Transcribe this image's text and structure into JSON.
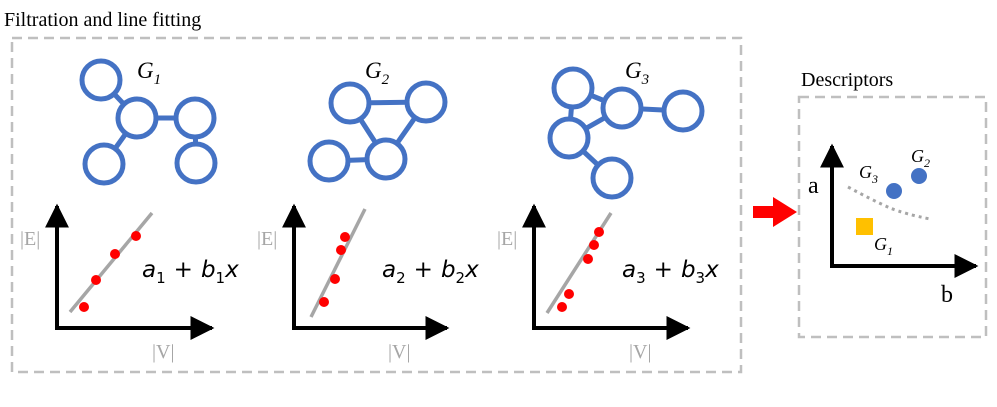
{
  "filtration_panel": {
    "title": "Filtration and line fitting"
  },
  "descriptors_panel": {
    "title": "Descriptors",
    "x_axis_label": "b",
    "y_axis_label": "a",
    "points": [
      {
        "label_base": "G",
        "label_sub": "1",
        "marker": "square"
      },
      {
        "label_base": "G",
        "label_sub": "2",
        "marker": "circle"
      },
      {
        "label_base": "G",
        "label_sub": "3",
        "marker": "circle"
      }
    ]
  },
  "graphs": [
    {
      "label_base": "G",
      "label_sub": "1"
    },
    {
      "label_base": "G",
      "label_sub": "2"
    },
    {
      "label_base": "G",
      "label_sub": "3"
    }
  ],
  "plots": [
    {
      "y_label": "|E|",
      "x_label": "|V|",
      "eq": {
        "a": "a",
        "a_sub": "1",
        "plus": "+",
        "b": "b",
        "b_sub": "1",
        "x": "x"
      }
    },
    {
      "y_label": "|E|",
      "x_label": "|V|",
      "eq": {
        "a": "a",
        "a_sub": "2",
        "plus": "+",
        "b": "b",
        "b_sub": "2",
        "x": "x"
      }
    },
    {
      "y_label": "|E|",
      "x_label": "|V|",
      "eq": {
        "a": "a",
        "a_sub": "3",
        "plus": "+",
        "b": "b",
        "b_sub": "3",
        "x": "x"
      }
    }
  ],
  "colors": {
    "graph_blue": "#4472C4",
    "dot_red": "#FF0000",
    "arrow_red": "#FF0000",
    "square_yellow": "#FFC000",
    "fit_line_gray": "#A6A6A6",
    "dashed_border_gray": "#BFBFBF",
    "muted_label_gray": "#A6A6A6"
  }
}
